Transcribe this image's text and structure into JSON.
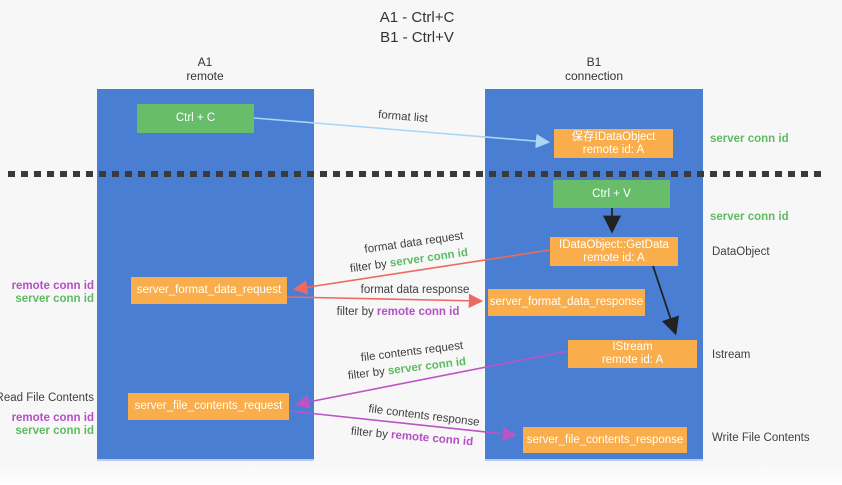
{
  "title": {
    "line1": "A1 - Ctrl+C",
    "line2": "B1 - Ctrl+V"
  },
  "columns": {
    "left": {
      "name": "A1",
      "subtitle": "remote"
    },
    "right": {
      "name": "B1",
      "subtitle": "connection"
    }
  },
  "nodes": {
    "ctrl_c": {
      "label": "Ctrl + C"
    },
    "ctrl_v": {
      "label": "Ctrl + V"
    },
    "save_dataobject": {
      "line1": "保存IDataObject",
      "line2": "remote id: A"
    },
    "getdata": {
      "line1": "IDataObject::GetData",
      "line2": "remote id: A"
    },
    "istream": {
      "line1": "IStream",
      "line2": "remote id: A"
    },
    "format_request": {
      "label": "server_format_data_request"
    },
    "format_response": {
      "label": "server_format_data_response"
    },
    "file_request": {
      "label": "server_file_contents_request"
    },
    "file_response": {
      "label": "server_file_contents_response"
    }
  },
  "flow_labels": {
    "format_list": "format list",
    "format_data_request": "format data request",
    "format_data_request_filter_prefix": "filter by ",
    "format_data_request_filter": "server conn id",
    "format_data_response": "format data response",
    "format_data_response_filter_prefix": "filter by ",
    "format_data_response_filter": "remote conn id",
    "file_contents_request": "file contents request",
    "file_contents_request_filter_prefix": "filter by ",
    "file_contents_request_filter": "server conn id",
    "file_contents_response": "file contents response",
    "file_contents_response_filter_prefix": "filter by ",
    "file_contents_response_filter": "remote conn id"
  },
  "side_labels": {
    "right_server_conn_top": "server conn id",
    "right_server_conn_mid": "server conn id",
    "right_dataobject": "DataObject",
    "right_istream": "Istream",
    "right_write_file_contents": "Write File Contents",
    "left_remote_conn_1": "remote conn id",
    "left_server_conn_1": "server conn id",
    "left_read_file_contents": "Read File Contents",
    "left_remote_conn_2": "remote conn id",
    "left_server_conn_2": "server conn id"
  },
  "colors": {
    "column_blue": "#4a7ed2",
    "box_green": "#68bd6b",
    "box_orange": "#f9ae4b",
    "arrow_light_blue": "#a9d7f5",
    "arrow_red": "#ec6a62",
    "arrow_magenta": "#bb54c5",
    "arrow_black": "#222222",
    "text_green": "#5fba63",
    "text_purple": "#b44fc4",
    "text_dark": "#3f3f3f"
  }
}
